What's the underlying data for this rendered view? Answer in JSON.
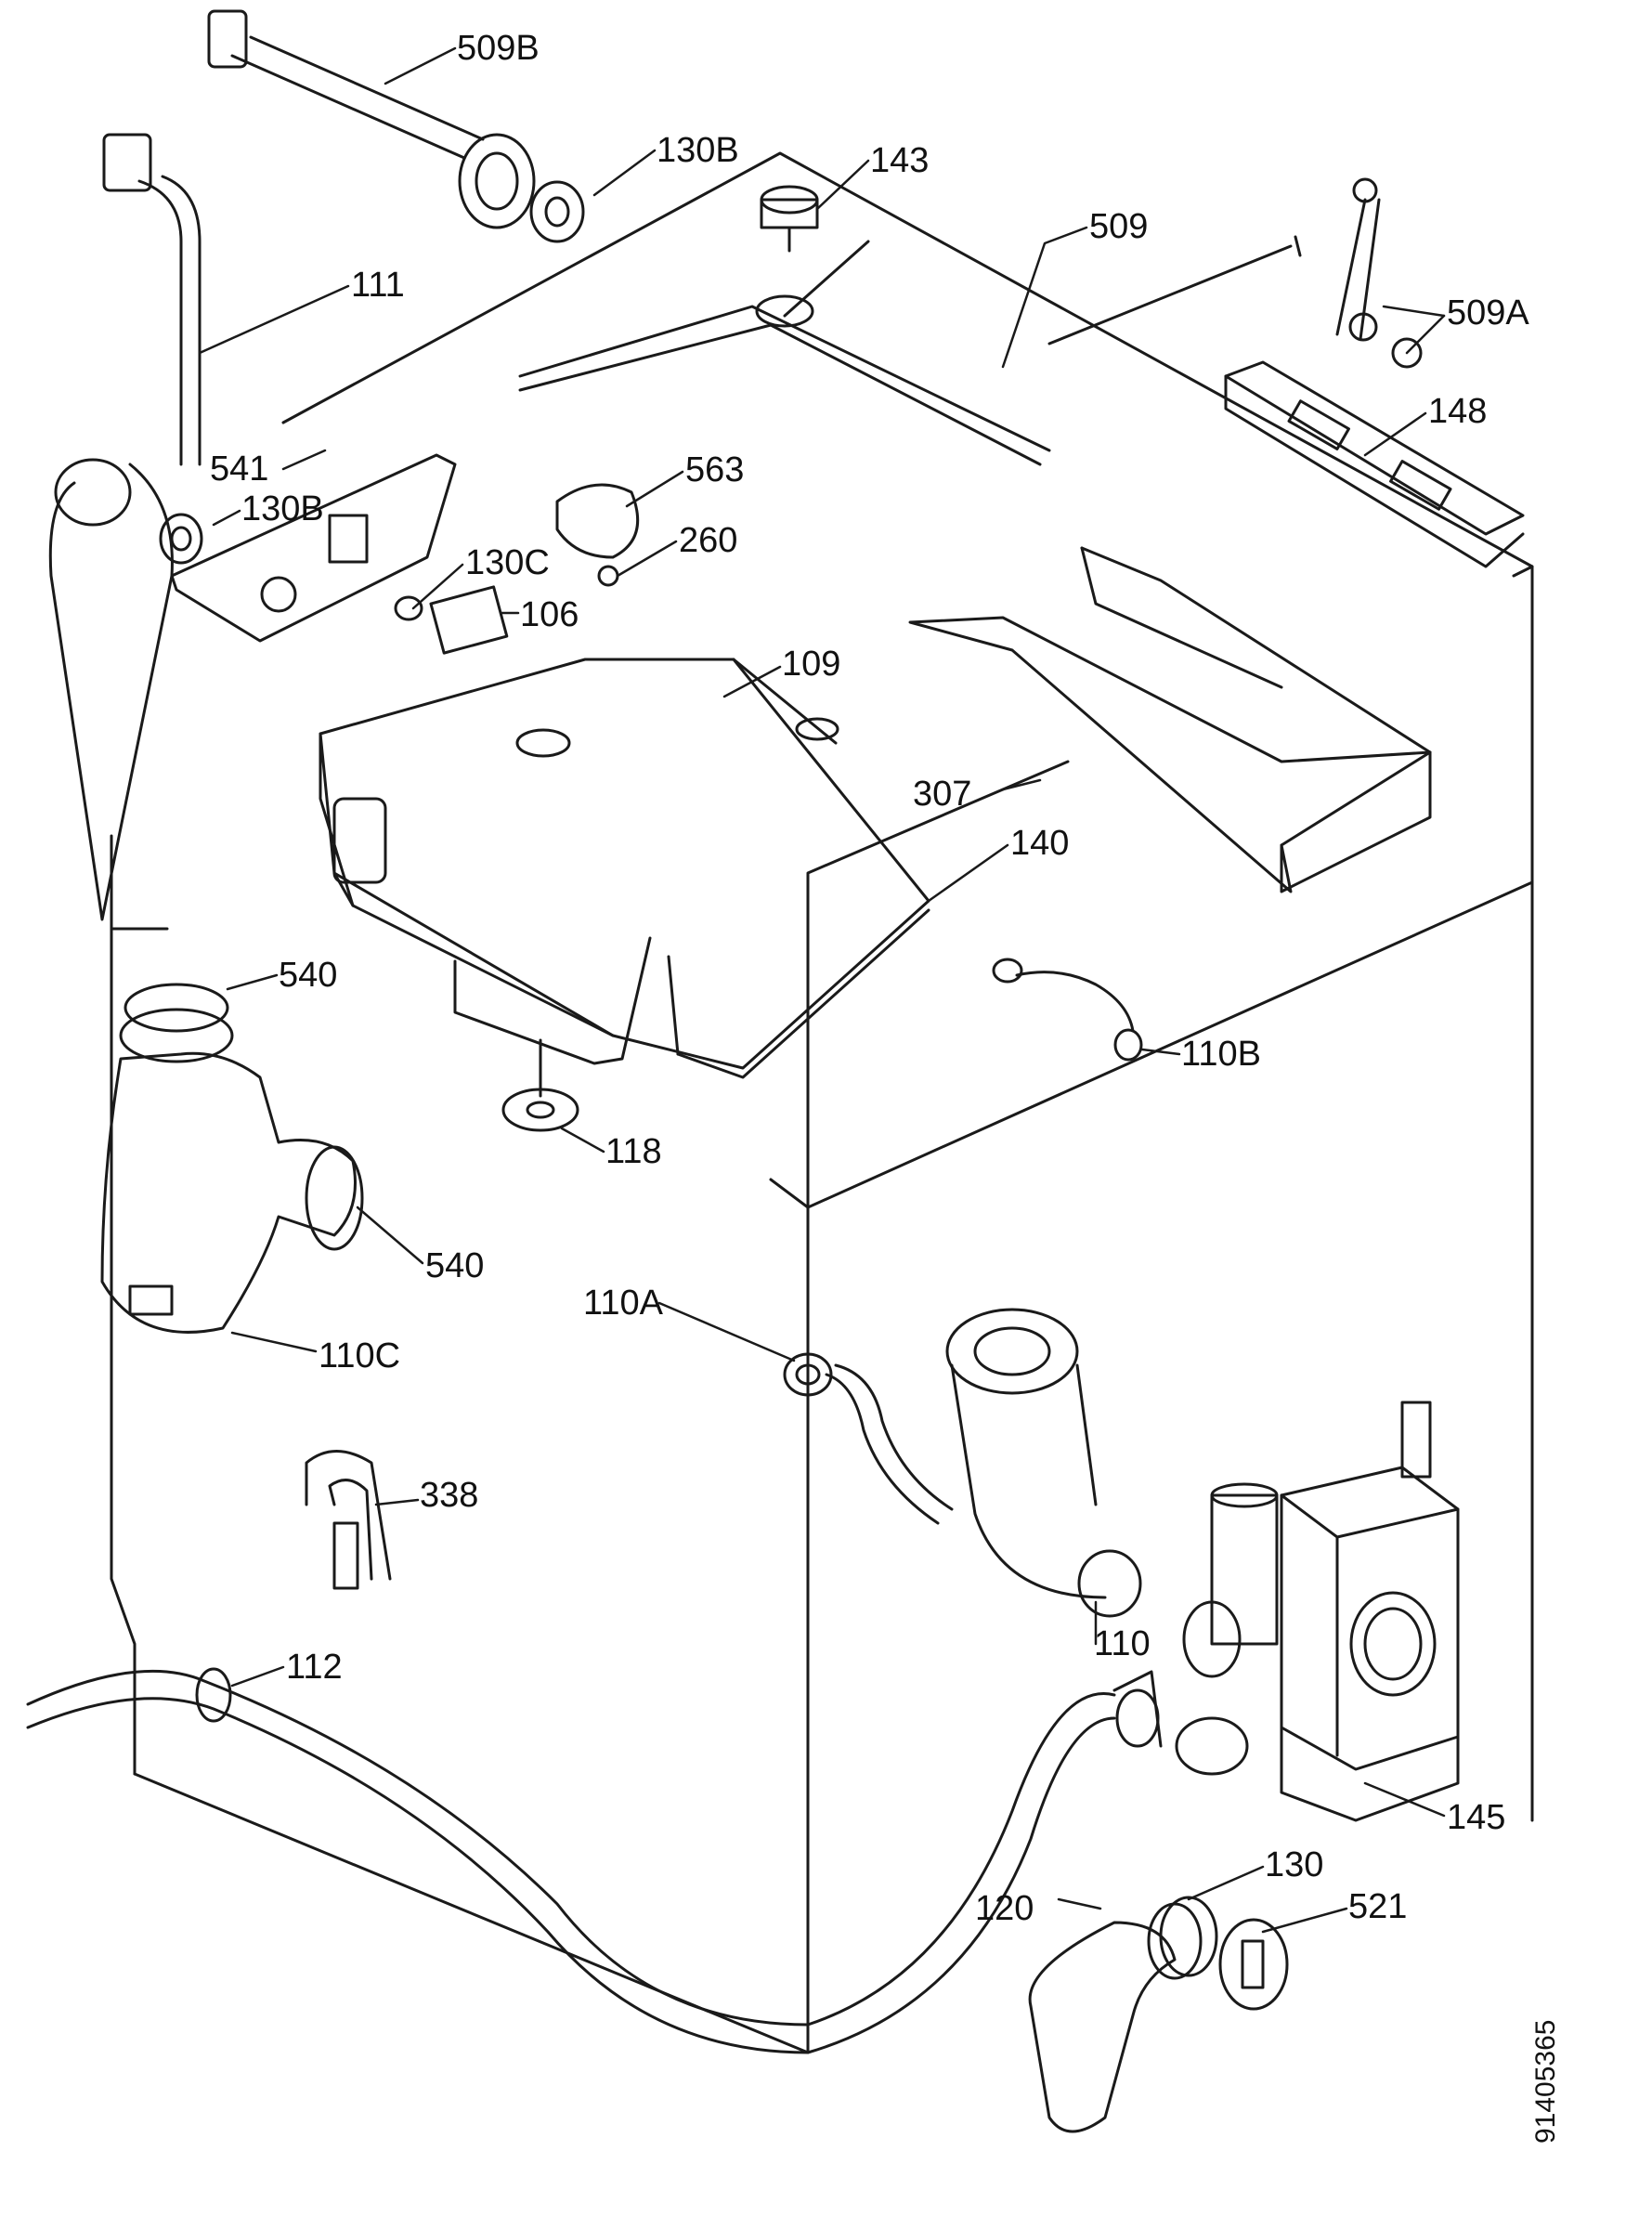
{
  "diagram": {
    "drawing_number": "91405365",
    "line_color": "#1a1a1a",
    "labels": [
      {
        "id": "509b",
        "text": "509B"
      },
      {
        "id": "130b_top",
        "text": "130B"
      },
      {
        "id": "143",
        "text": "143"
      },
      {
        "id": "111",
        "text": "111"
      },
      {
        "id": "509",
        "text": "509"
      },
      {
        "id": "509a",
        "text": "509A"
      },
      {
        "id": "148",
        "text": "148"
      },
      {
        "id": "541",
        "text": "541"
      },
      {
        "id": "130b_mid",
        "text": "130B"
      },
      {
        "id": "563",
        "text": "563"
      },
      {
        "id": "260",
        "text": "260"
      },
      {
        "id": "130c",
        "text": "130C"
      },
      {
        "id": "106",
        "text": "106"
      },
      {
        "id": "109",
        "text": "109"
      },
      {
        "id": "307",
        "text": "307"
      },
      {
        "id": "140",
        "text": "140"
      },
      {
        "id": "540_top",
        "text": "540"
      },
      {
        "id": "110b",
        "text": "110B"
      },
      {
        "id": "118",
        "text": "118"
      },
      {
        "id": "540_low",
        "text": "540"
      },
      {
        "id": "110a",
        "text": "110A"
      },
      {
        "id": "110c",
        "text": "110C"
      },
      {
        "id": "338",
        "text": "338"
      },
      {
        "id": "110",
        "text": "110"
      },
      {
        "id": "112",
        "text": "112"
      },
      {
        "id": "145",
        "text": "145"
      },
      {
        "id": "130",
        "text": "130"
      },
      {
        "id": "120",
        "text": "120"
      },
      {
        "id": "521",
        "text": "521"
      }
    ]
  }
}
